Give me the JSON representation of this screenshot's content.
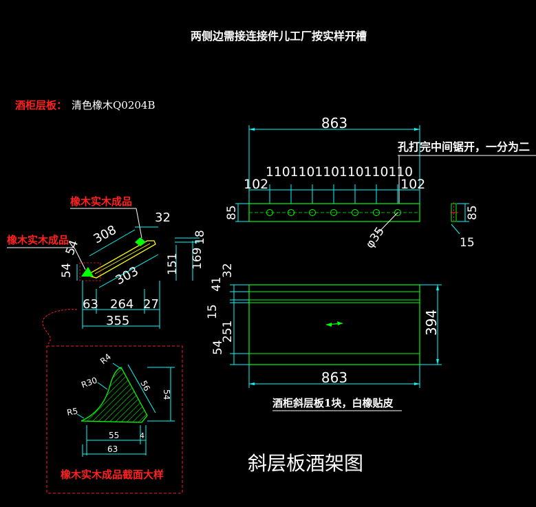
{
  "title": "两侧边需接连接件儿工厂按实样开槽",
  "material": {
    "label": "酒柜层板：",
    "value": "清色橡木Q0204B"
  },
  "notes": {
    "split": "孔打完中间锯开，一分为二",
    "panel_caption": "酒柜斜层板1块，白橡贴皮",
    "main_caption": "斜层板酒架图",
    "detail_caption": "橡木实木成品截面大样"
  },
  "labels": {
    "solid_oak_1": "橡木实木成品",
    "solid_oak_2": "橡木实木成品"
  },
  "dims": {
    "top_len": "863",
    "hole_edge_l": "102",
    "hole_edge_r": "102",
    "hole_spacing": "110110110110110110",
    "bar_height": "85",
    "bar_side_height": "85",
    "bar_side_thick": "15",
    "hole_dia": "φ35",
    "sec_308": "308",
    "sec_32": "32",
    "sec_18": "18",
    "sec_54a": "54",
    "sec_54b": "54",
    "sec_151": "151",
    "sec_169": "169",
    "sec_303": "303",
    "sec_63": "63",
    "sec_264": "264",
    "sec_27": "27",
    "sec_355": "355",
    "plan_32": "32",
    "plan_41": "41",
    "plan_15": "15",
    "plan_251": "251",
    "plan_54": "54",
    "plan_394": "394",
    "plan_863": "863",
    "det_r4": "R4",
    "det_r30": "R30",
    "det_r5": "R5",
    "det_56": "56",
    "det_54": "54",
    "det_55": "55",
    "det_4": "4",
    "det_63": "63"
  },
  "colors": {
    "background": "#000000",
    "dim": "#00ffff",
    "outline": "#00ff00",
    "text": "#ffffff",
    "red": "#ff2020",
    "yellow": "#ffff00"
  }
}
